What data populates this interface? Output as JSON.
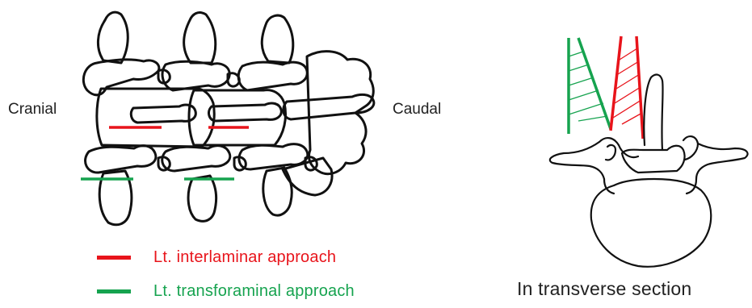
{
  "labels": {
    "cranial": "Cranial",
    "caudal": "Caudal",
    "transverse": "In transverse section"
  },
  "legend": [
    {
      "text": "Lt. interlaminar approach",
      "color": "#e8141b"
    },
    {
      "text": "Lt. transforaminal approach",
      "color": "#16a34f"
    }
  ],
  "colors": {
    "outline": "#111111",
    "red": "#e8141b",
    "green": "#16a34f"
  }
}
